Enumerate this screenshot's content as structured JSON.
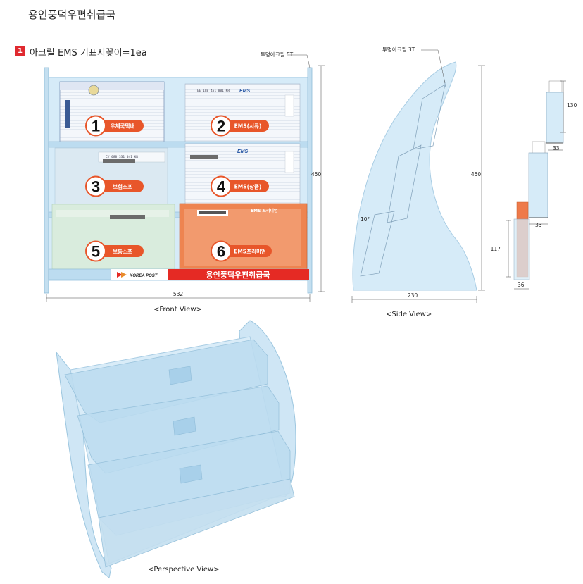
{
  "header": {
    "title": "용인풍덕우편취급국"
  },
  "section": {
    "badge": "1",
    "title": "아크릴 EMS 기표지꽂이=1ea"
  },
  "front_view": {
    "caption": "<Front View>",
    "material_note": "투명아크릴 5T",
    "width_dim": "532",
    "height_dim": "450",
    "slots": [
      {
        "number": "1",
        "label": "우체국택배"
      },
      {
        "number": "2",
        "label": "EMS(서류)"
      },
      {
        "number": "3",
        "label": "보험소포"
      },
      {
        "number": "4",
        "label": "EMS(상품)"
      },
      {
        "number": "5",
        "label": "보통소포"
      },
      {
        "number": "6",
        "label": "EMS프리미엄"
      }
    ],
    "banner_text": "용인풍덕우편취급국",
    "logo_text": "KOREA POST",
    "form_texts": [
      "EMS",
      "EMS",
      "EMS 프리미엄",
      "EE 188 451 881 KR",
      "CY 088 331 041 KR"
    ]
  },
  "side_view": {
    "caption": "<Side View>",
    "material_note": "투명아크릴 3T",
    "height_dim": "450",
    "width_dim": "230",
    "angle": "10°"
  },
  "detail_view": {
    "dims": [
      "130",
      "33",
      "33",
      "117",
      "36"
    ]
  },
  "perspective_view": {
    "caption": "<Perspective View>"
  },
  "colors": {
    "acrylic": "#cfe6f5",
    "acrylic_edge": "#9cc6df",
    "badge_red": "#e0292f",
    "label_orange": "#e8562a",
    "banner_red": "#e52a24",
    "form_orange": "#ee8450"
  }
}
